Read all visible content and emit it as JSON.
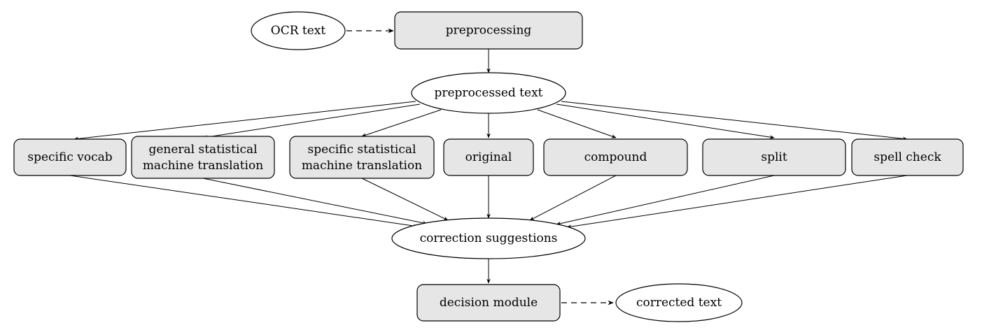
{
  "diagram": {
    "nodes": {
      "ocr_text": "OCR text",
      "preprocessing": "preprocessing",
      "preprocessed_text": "preprocessed text",
      "specific_vocab": "specific vocab",
      "general_smt_line1": "general statistical",
      "general_smt_line2": "machine translation",
      "specific_smt_line1": "specific statistical",
      "specific_smt_line2": "machine translation",
      "original": "original",
      "compound": "compound",
      "split": "split",
      "spell_check": "spell check",
      "correction_suggestions": "correction suggestions",
      "decision_module": "decision module",
      "corrected_text": "corrected text"
    }
  }
}
